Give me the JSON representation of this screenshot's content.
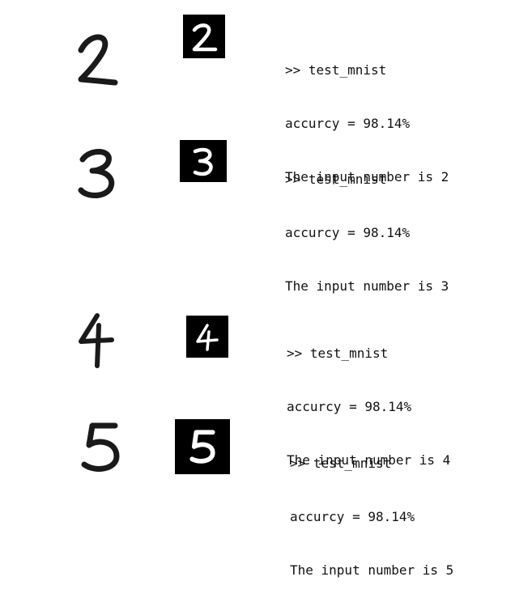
{
  "results": [
    {
      "digit": "2",
      "prompt": ">> test_mnist",
      "accuracy_line": "accurcy = 98.14%",
      "result_line": "The input number is 2"
    },
    {
      "digit": "3",
      "prompt": ">> test_mnist",
      "accuracy_line": "accurcy = 98.14%",
      "result_line": "The input number is 3"
    },
    {
      "digit": "4",
      "prompt": ">> test_mnist",
      "accuracy_line": "accurcy = 98.14%",
      "result_line": "The input number is 4"
    },
    {
      "digit": "5",
      "prompt": ">> test_mnist",
      "accuracy_line": "accurcy = 98.14%",
      "result_line": "The input number is 5"
    }
  ]
}
